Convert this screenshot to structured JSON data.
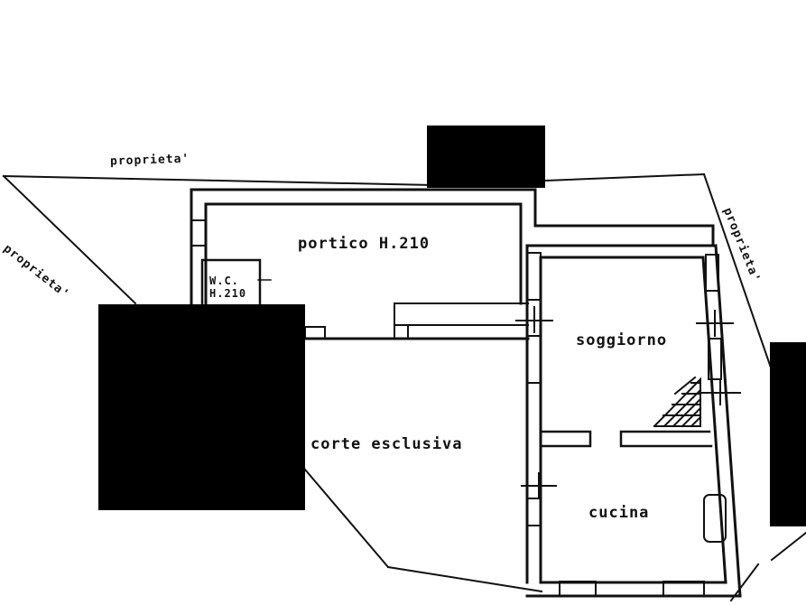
{
  "plan": {
    "labels": {
      "portico": "portico H.210",
      "wc_line1": "W.C.",
      "wc_line2": "H.210",
      "soggiorno": "soggiorno",
      "corte": "corte esclusiva",
      "cucina": "cucina",
      "prop_top": "proprieta'",
      "prop_left": "proprieta'",
      "prop_right": "proprieta'"
    },
    "colors": {
      "ink": "#111111",
      "redaction": "#000000",
      "background": "#ffffff"
    }
  }
}
